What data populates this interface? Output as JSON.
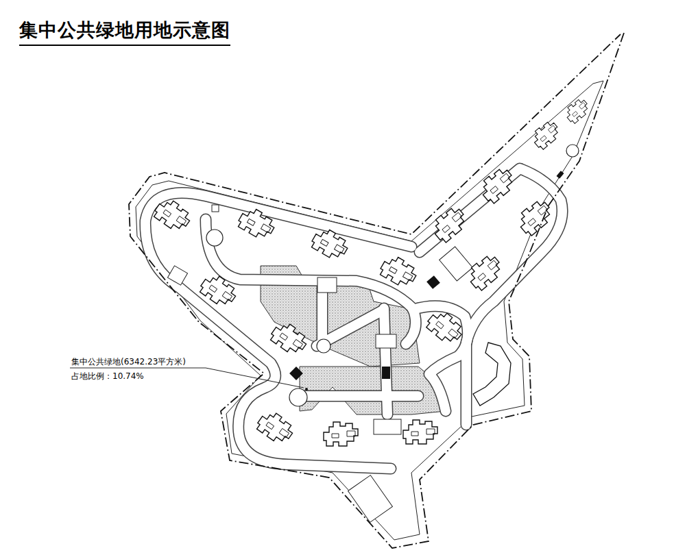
{
  "diagram": {
    "title": "集中公共绿地用地示意图",
    "labels": [
      "集中公共绿地(6342.23平方米)",
      "占地比例：10.74%"
    ]
  }
}
